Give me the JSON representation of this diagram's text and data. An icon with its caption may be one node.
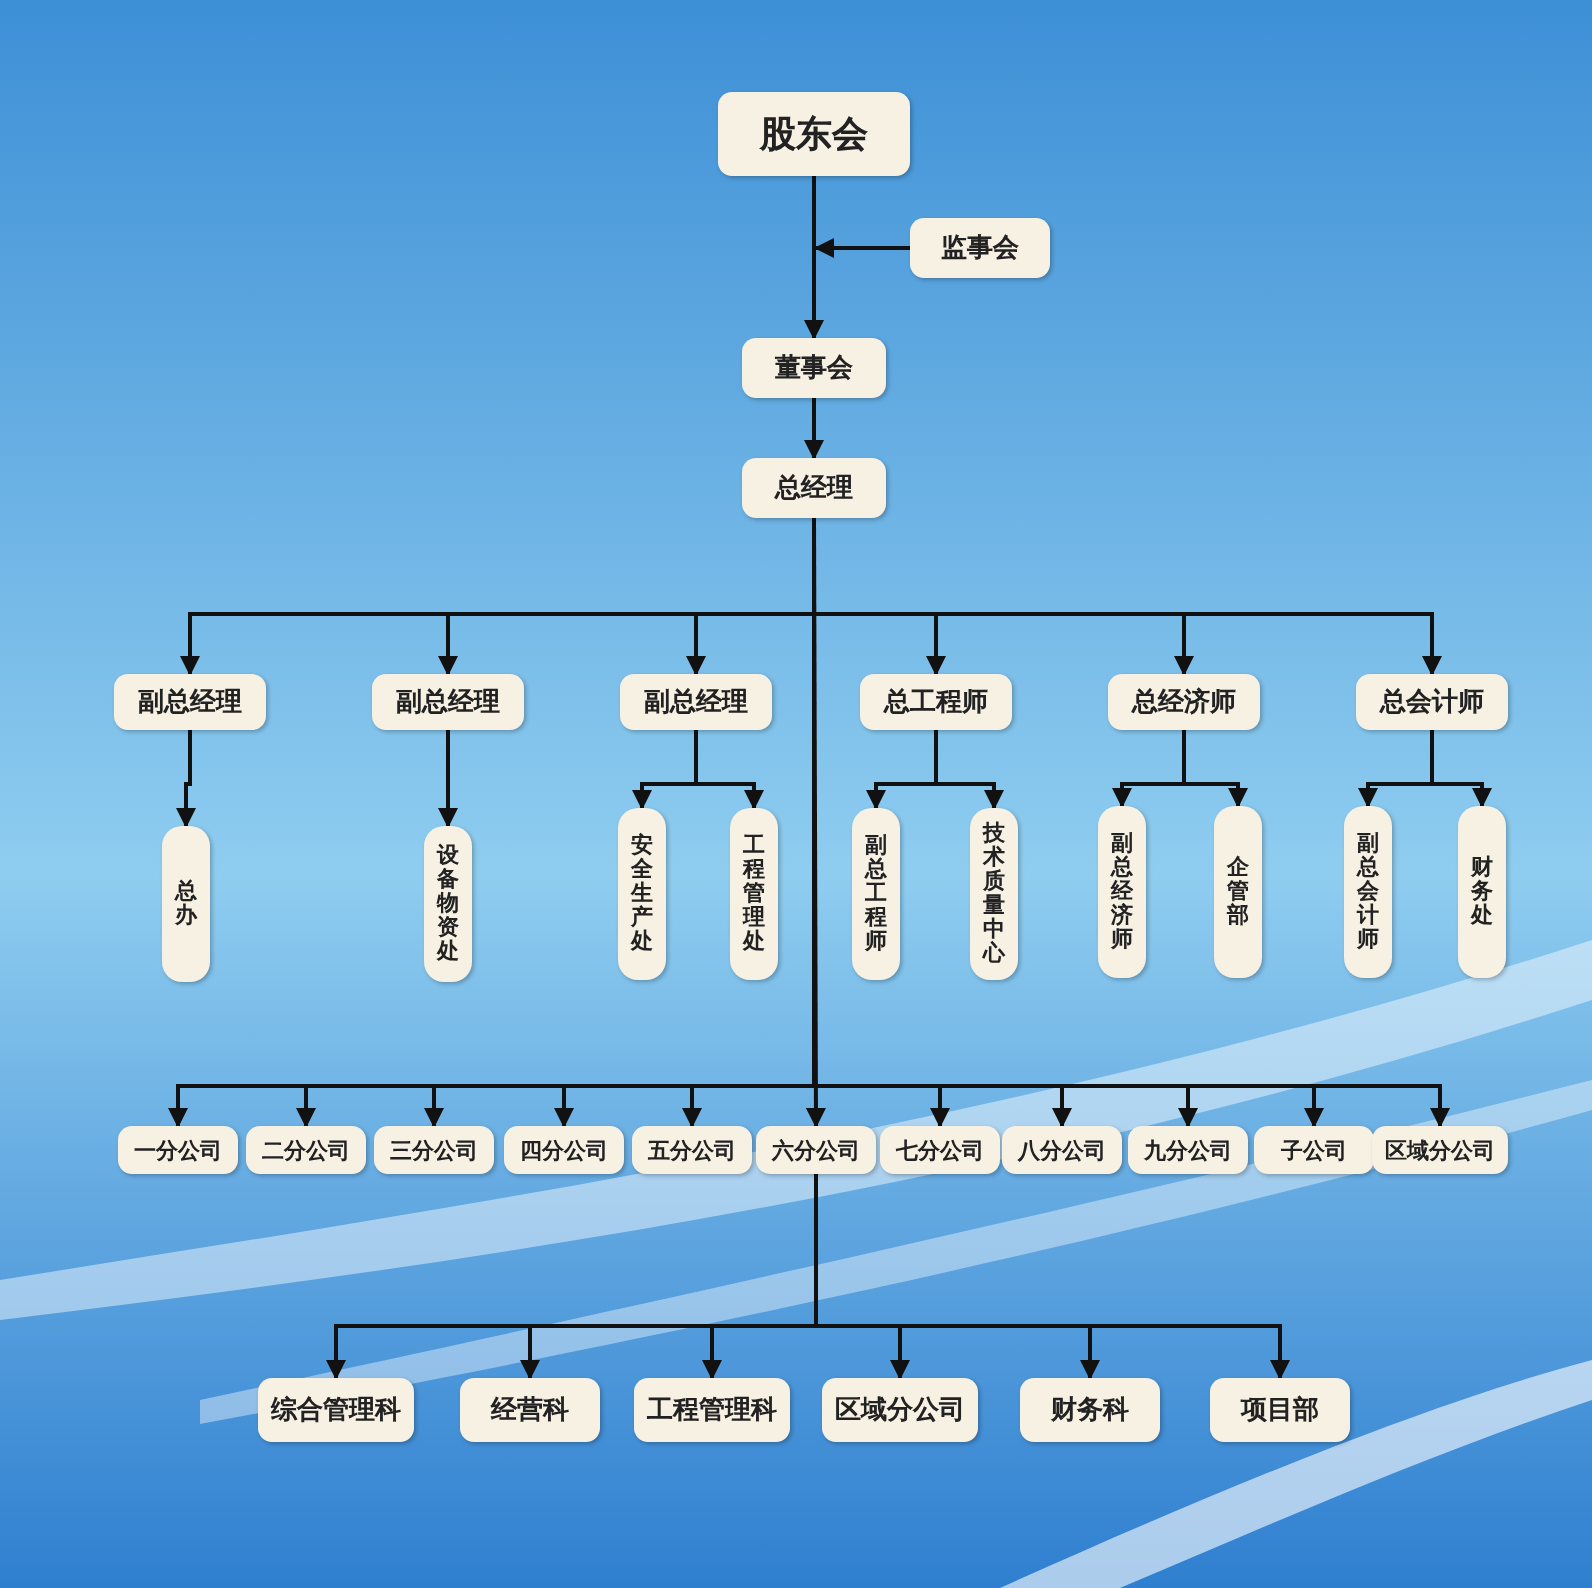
{
  "diagram": {
    "nodes": [
      {
        "text": [
          "股东会"
        ]
      },
      {
        "text": [
          "监事会"
        ]
      },
      {
        "text": [
          "董事会"
        ]
      },
      {
        "text": [
          "总经理"
        ]
      },
      {
        "text": [
          "副总经理"
        ]
      },
      {
        "text": [
          "副总经理"
        ]
      },
      {
        "text": [
          "副总经理"
        ]
      },
      {
        "text": [
          "总工程师"
        ]
      },
      {
        "text": [
          "总经济师"
        ]
      },
      {
        "text": [
          "总会计师"
        ]
      },
      {
        "text": [
          "总办"
        ]
      },
      {
        "text": [
          "设备物资处"
        ]
      },
      {
        "text": [
          "安全生产处"
        ]
      },
      {
        "text": [
          "工程管理处"
        ]
      },
      {
        "text": [
          "副总工程师"
        ]
      },
      {
        "text": [
          "技术质量中心"
        ]
      },
      {
        "text": [
          "副总经济师"
        ]
      },
      {
        "text": [
          "企管部"
        ]
      },
      {
        "text": [
          "副总会计师"
        ]
      },
      {
        "text": [
          "财务处"
        ]
      },
      {
        "text": [
          "一分公司"
        ]
      },
      {
        "text": [
          "二分公司"
        ]
      },
      {
        "text": [
          "三分公司"
        ]
      },
      {
        "text": [
          "四分公司"
        ]
      },
      {
        "text": [
          "五分公司"
        ]
      },
      {
        "text": [
          "六分公司"
        ]
      },
      {
        "text": [
          "七分公司"
        ]
      },
      {
        "text": [
          "八分公司"
        ]
      },
      {
        "text": [
          "九分公司"
        ]
      },
      {
        "text": [
          "子公司"
        ]
      },
      {
        "text": [
          "区域分公司"
        ]
      },
      {
        "text": [
          "综合管理科"
        ]
      },
      {
        "text": [
          "经营科"
        ]
      },
      {
        "text": [
          "工程管理科"
        ]
      },
      {
        "text": [
          "区域分公司"
        ]
      },
      {
        "text": [
          "财务科"
        ]
      },
      {
        "text": [
          "项目部"
        ]
      }
    ],
    "edges": [
      {
        "from": 0,
        "to": 2,
        "arrow": "to"
      },
      {
        "from": 1,
        "to": null,
        "arrow": "to"
      },
      {
        "from": 2,
        "to": 3,
        "arrow": "to"
      },
      {
        "from": 3,
        "to": 4,
        "arrow": "to"
      },
      {
        "from": 3,
        "to": 5,
        "arrow": "to"
      },
      {
        "from": 3,
        "to": 6,
        "arrow": "to"
      },
      {
        "from": 3,
        "to": 7,
        "arrow": "to"
      },
      {
        "from": 3,
        "to": 8,
        "arrow": "to"
      },
      {
        "from": 3,
        "to": 9,
        "arrow": "to"
      },
      {
        "from": 4,
        "to": 10,
        "arrow": "to"
      },
      {
        "from": 5,
        "to": 11,
        "arrow": "to"
      },
      {
        "from": 6,
        "to": 12,
        "arrow": "to"
      },
      {
        "from": 6,
        "to": 13,
        "arrow": "to"
      },
      {
        "from": 7,
        "to": 14,
        "arrow": "to"
      },
      {
        "from": 7,
        "to": 15,
        "arrow": "to"
      },
      {
        "from": 8,
        "to": 16,
        "arrow": "to"
      },
      {
        "from": 8,
        "to": 17,
        "arrow": "to"
      },
      {
        "from": 9,
        "to": 18,
        "arrow": "to"
      },
      {
        "from": 9,
        "to": 19,
        "arrow": "to"
      },
      {
        "from": 3,
        "to": 20,
        "arrow": "to"
      },
      {
        "from": 3,
        "to": 21,
        "arrow": "to"
      },
      {
        "from": 3,
        "to": 22,
        "arrow": "to"
      },
      {
        "from": 3,
        "to": 23,
        "arrow": "to"
      },
      {
        "from": 3,
        "to": 24,
        "arrow": "to"
      },
      {
        "from": 3,
        "to": 25,
        "arrow": "to"
      },
      {
        "from": 3,
        "to": 26,
        "arrow": "to"
      },
      {
        "from": 3,
        "to": 27,
        "arrow": "to"
      },
      {
        "from": 3,
        "to": 28,
        "arrow": "to"
      },
      {
        "from": 3,
        "to": 29,
        "arrow": "to"
      },
      {
        "from": 3,
        "to": 30,
        "arrow": "to"
      },
      {
        "from": 25,
        "to": 31,
        "arrow": "to"
      },
      {
        "from": 25,
        "to": 32,
        "arrow": "to"
      },
      {
        "from": 25,
        "to": 33,
        "arrow": "to"
      },
      {
        "from": 25,
        "to": 34,
        "arrow": "to"
      },
      {
        "from": 25,
        "to": 35,
        "arrow": "to"
      },
      {
        "from": 25,
        "to": 36,
        "arrow": "to"
      }
    ]
  }
}
